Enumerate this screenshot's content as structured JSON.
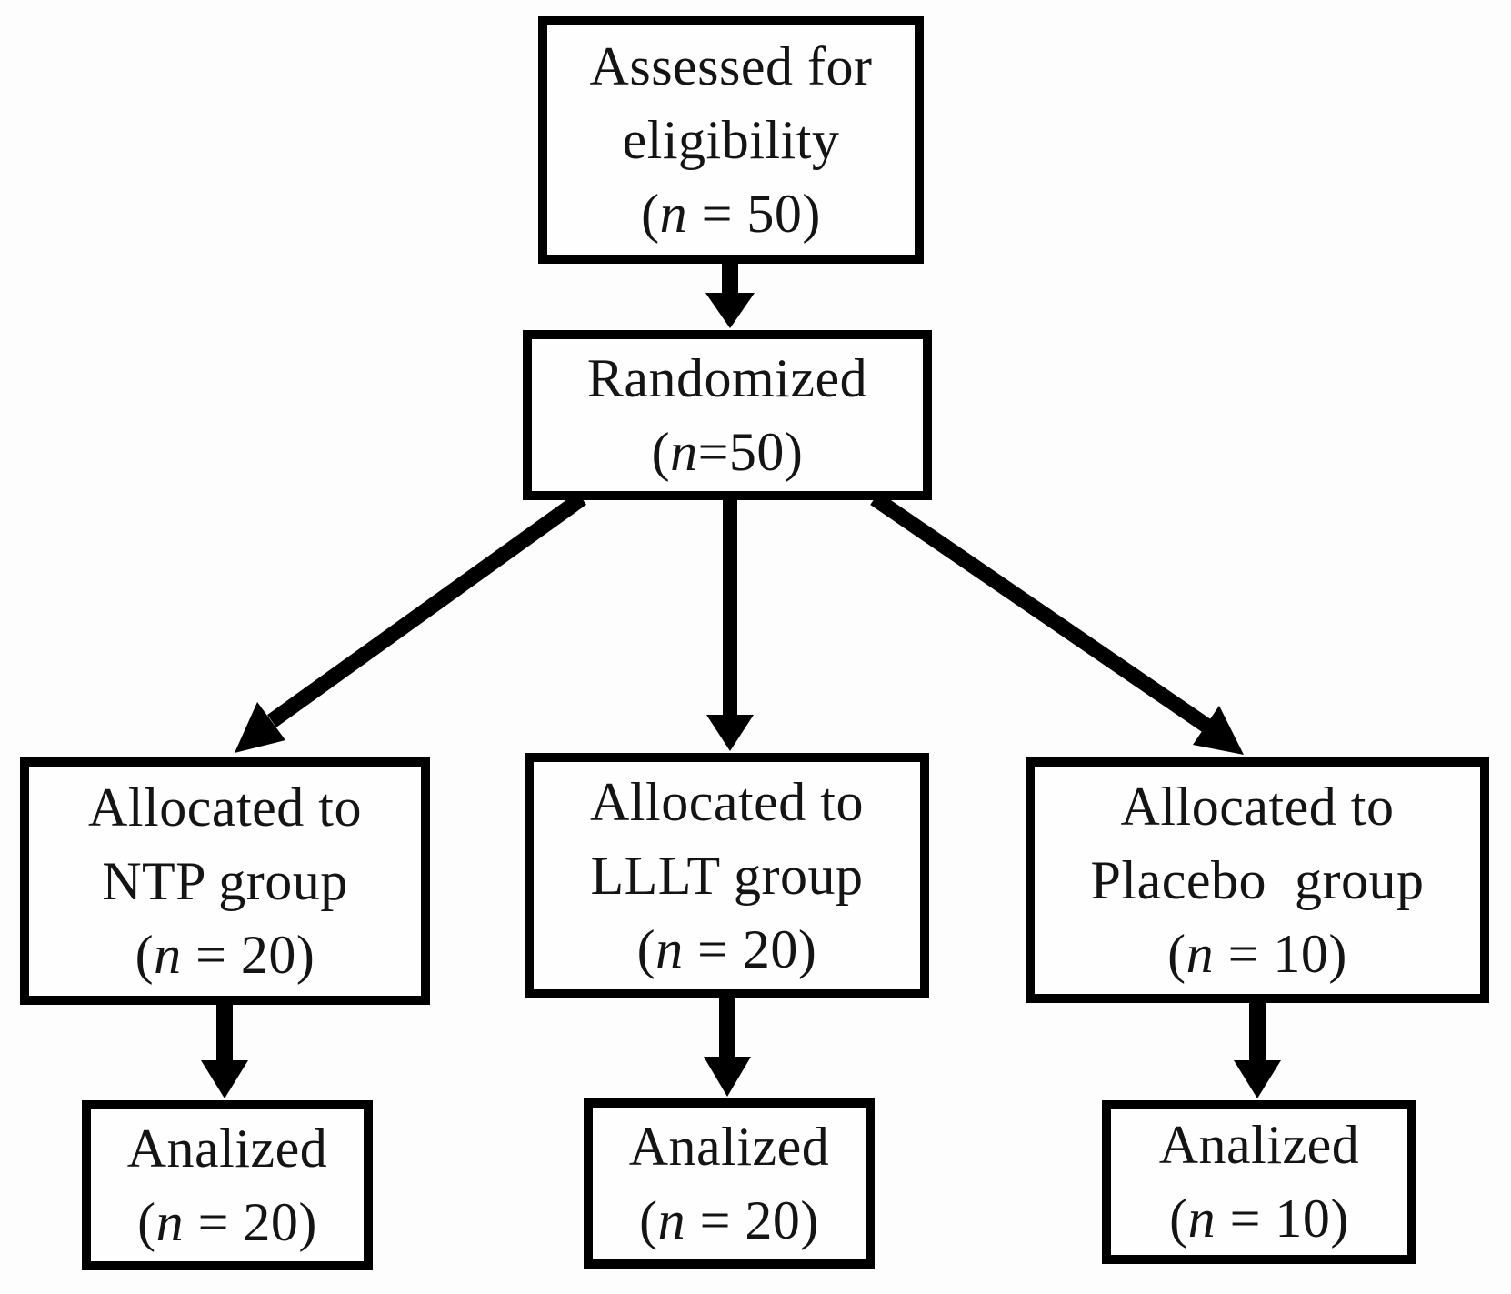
{
  "figure": {
    "type": "flow-diagram",
    "description": "Participant randomization flow diagram",
    "total_assessed": 50,
    "total_randomized": 50,
    "groups": [
      {
        "name": "NTP group",
        "allocated": 20,
        "analyzed": 20
      },
      {
        "name": "LLLT group",
        "allocated": 20,
        "analyzed": 20
      },
      {
        "name": "Placebo group",
        "allocated": 10,
        "analyzed": 10
      }
    ]
  },
  "colors": {
    "background": "#fdfdfd",
    "box_fill": "#fefefe",
    "box_border": "#000000",
    "arrow": "#000000",
    "text": "#141414"
  },
  "boxes": [
    {
      "id": "assessed",
      "lines": [
        "Assessed for",
        "eligibility"
      ],
      "count_prefix": "(",
      "count_n": "n",
      "count_rest": " = 50)"
    },
    {
      "id": "randomized",
      "lines": [
        "Randomized"
      ],
      "count_prefix": "(",
      "count_n": "n",
      "count_rest": "=50)"
    },
    {
      "id": "allocated-ntp",
      "lines": [
        "Allocated to",
        "NTP group"
      ],
      "count_prefix": "(",
      "count_n": "n",
      "count_rest": " = 20)"
    },
    {
      "id": "allocated-lllt",
      "lines": [
        "Allocated to",
        "LLLT group"
      ],
      "count_prefix": "(",
      "count_n": "n",
      "count_rest": " = 20)"
    },
    {
      "id": "allocated-placebo",
      "lines": [
        "Allocated to",
        "Placebo  group"
      ],
      "count_prefix": "(",
      "count_n": "n",
      "count_rest": " = 10)"
    },
    {
      "id": "analized-ntp",
      "lines": [
        "Analized"
      ],
      "count_prefix": "(",
      "count_n": "n",
      "count_rest": " = 20)"
    },
    {
      "id": "analized-lllt",
      "lines": [
        "Analized"
      ],
      "count_prefix": "(",
      "count_n": "n",
      "count_rest": " = 20)"
    },
    {
      "id": "analized-placebo",
      "lines": [
        "Analized"
      ],
      "count_prefix": "(",
      "count_n": "n",
      "count_rest": " = 10)"
    }
  ]
}
